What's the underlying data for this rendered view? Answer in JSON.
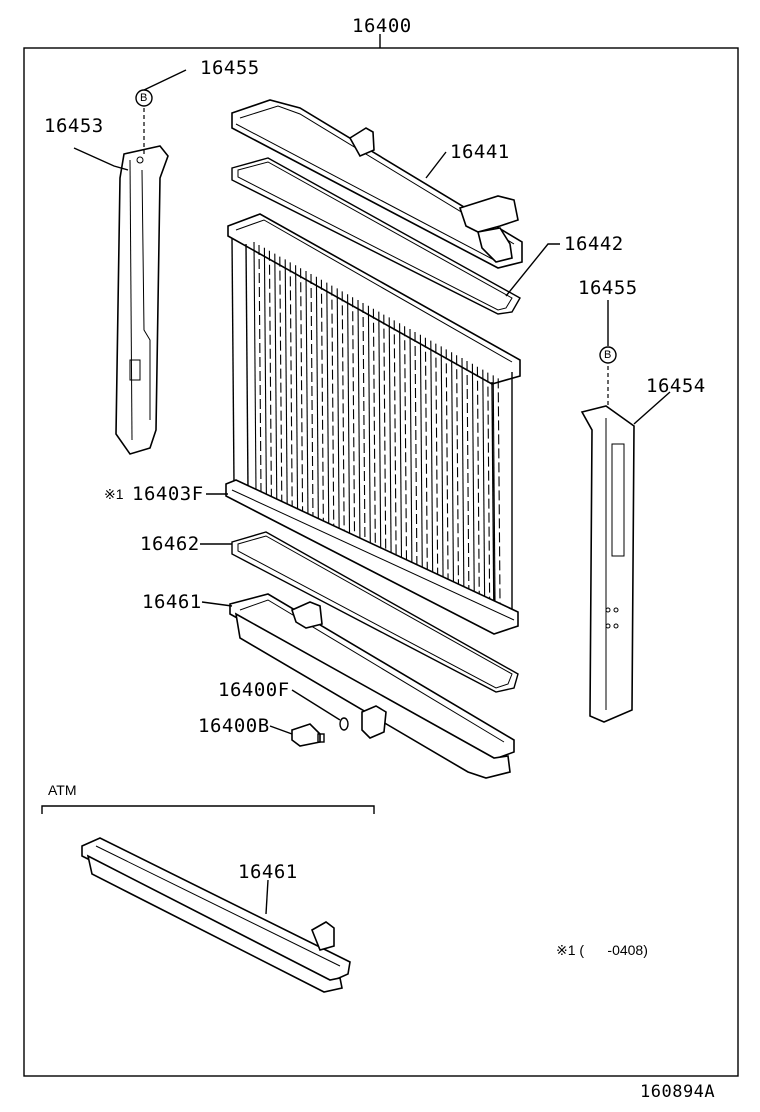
{
  "diagram": {
    "assembly_label": "16400",
    "labels": {
      "bolt_left": "16455",
      "support_left": "16453",
      "upper_tank": "16441",
      "upper_gasket": "16442",
      "bolt_right": "16455",
      "support_right": "16454",
      "core_mark": "※1",
      "core": "16403F",
      "lower_gasket": "16462",
      "lower_tank": "16461",
      "drain_plug_oring": "16400F",
      "drain_cock": "16400B",
      "atm_tank": "16461"
    },
    "bolt_symbol": "B",
    "atm_label": "ATM",
    "footnote": "※1 (      -0408)",
    "figure_code": "160894A"
  }
}
